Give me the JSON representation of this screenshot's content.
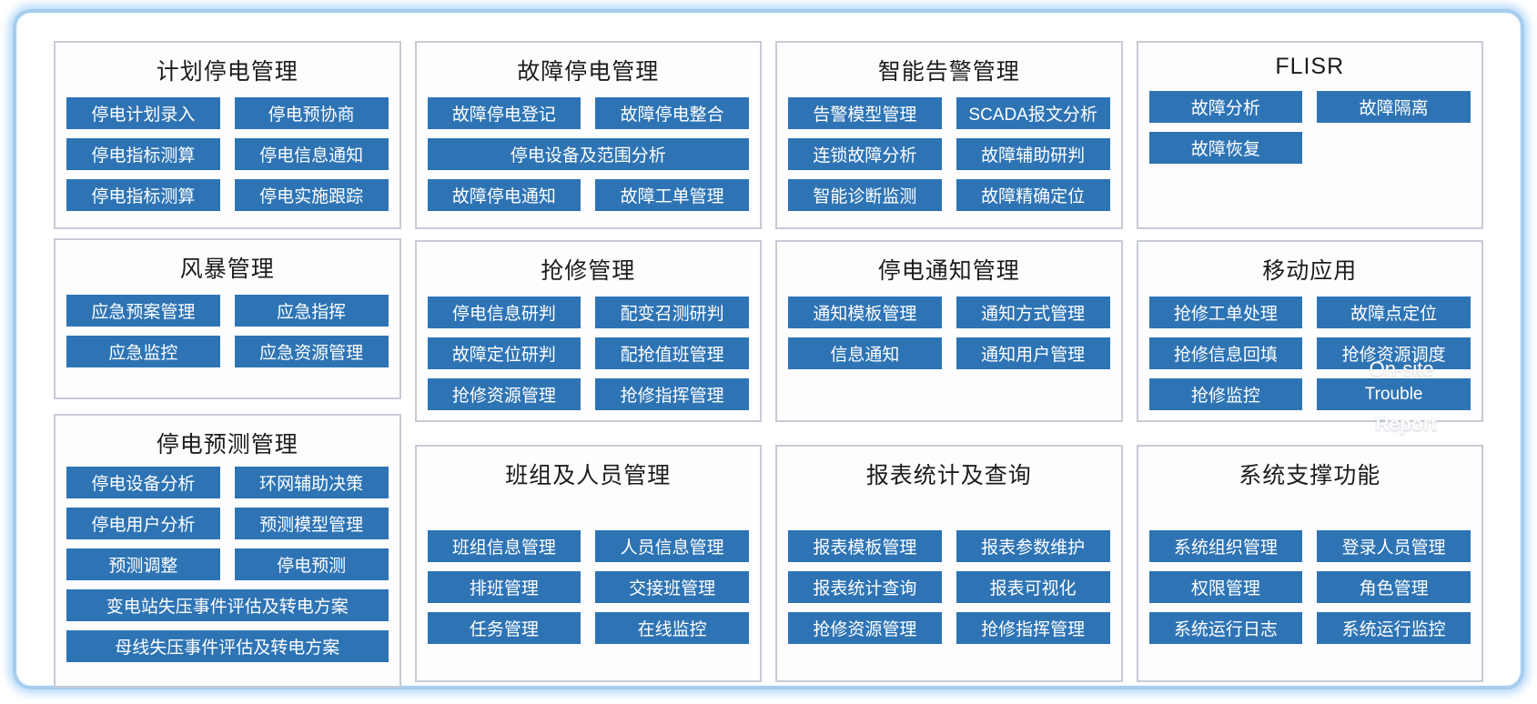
{
  "colors": {
    "button_blue": "#2E74B5",
    "button_text": "#FFFFFF",
    "panel_border": "#C7CBD4",
    "frame_border": "#A7CDEF",
    "title_text": "#1C1C1C"
  },
  "overflow_labels": {
    "onsite": "On-site",
    "report": "Report"
  },
  "panels": [
    {
      "id": "planned-outage-management",
      "title": "计划停电管理",
      "buttons": [
        {
          "label": "停电计划录入"
        },
        {
          "label": "停电预协商"
        },
        {
          "label": "停电指标测算"
        },
        {
          "label": "停电信息通知"
        },
        {
          "label": "停电指标测算"
        },
        {
          "label": "停电实施跟踪"
        }
      ]
    },
    {
      "id": "storm-management",
      "title": "风暴管理",
      "buttons": [
        {
          "label": "应急预案管理"
        },
        {
          "label": "应急指挥"
        },
        {
          "label": "应急监控"
        },
        {
          "label": "应急资源管理"
        }
      ]
    },
    {
      "id": "outage-forecast-management",
      "title": "停电预测管理",
      "buttons": [
        {
          "label": "停电设备分析"
        },
        {
          "label": "环网辅助决策"
        },
        {
          "label": "停电用户分析"
        },
        {
          "label": "预测模型管理"
        },
        {
          "label": "预测调整"
        },
        {
          "label": "停电预测"
        },
        {
          "label": "变电站失压事件评估及转电方案"
        },
        {
          "label": "母线失压事件评估及转电方案"
        }
      ]
    },
    {
      "id": "fault-outage-management",
      "title": "故障停电管理",
      "buttons": [
        {
          "label": "故障停电登记"
        },
        {
          "label": "故障停电整合"
        },
        {
          "label": "停电设备及范围分析"
        },
        {
          "label": "故障停电通知"
        },
        {
          "label": "故障工单管理"
        }
      ]
    },
    {
      "id": "repair-management",
      "title": "抢修管理",
      "buttons": [
        {
          "label": "停电信息研判"
        },
        {
          "label": "配变召测研判"
        },
        {
          "label": "故障定位研判"
        },
        {
          "label": "配抢值班管理"
        },
        {
          "label": "抢修资源管理"
        },
        {
          "label": "抢修指挥管理"
        }
      ]
    },
    {
      "id": "team-personnel-management",
      "title": "班组及人员管理",
      "buttons": [
        {
          "label": "班组信息管理"
        },
        {
          "label": "人员信息管理"
        },
        {
          "label": "排班管理"
        },
        {
          "label": "交接班管理"
        },
        {
          "label": "任务管理"
        },
        {
          "label": "在线监控"
        }
      ]
    },
    {
      "id": "intelligent-alarm-management",
      "title": "智能告警管理",
      "buttons": [
        {
          "label": "告警模型管理"
        },
        {
          "label": "SCADA报文分析"
        },
        {
          "label": "连锁故障分析"
        },
        {
          "label": "故障辅助研判"
        },
        {
          "label": "智能诊断监测"
        },
        {
          "label": "故障精确定位"
        }
      ]
    },
    {
      "id": "outage-notification-management",
      "title": "停电通知管理",
      "buttons": [
        {
          "label": "通知模板管理"
        },
        {
          "label": "通知方式管理"
        },
        {
          "label": "信息通知"
        },
        {
          "label": "通知用户管理"
        }
      ]
    },
    {
      "id": "report-statistics-query",
      "title": "报表统计及查询",
      "buttons": [
        {
          "label": "报表模板管理"
        },
        {
          "label": "报表参数维护"
        },
        {
          "label": "报表统计查询"
        },
        {
          "label": "报表可视化"
        },
        {
          "label": "抢修资源管理"
        },
        {
          "label": "抢修指挥管理"
        }
      ]
    },
    {
      "id": "flisr",
      "title": "FLISR",
      "buttons": [
        {
          "label": "故障分析"
        },
        {
          "label": "故障隔离"
        },
        {
          "label": "故障恢复"
        }
      ]
    },
    {
      "id": "mobile-application",
      "title": "移动应用",
      "buttons": [
        {
          "label": "抢修工单处理"
        },
        {
          "label": "故障点定位"
        },
        {
          "label": "抢修信息回填"
        },
        {
          "label": "抢修资源调度"
        },
        {
          "label": "抢修监控"
        },
        {
          "label": "Trouble"
        }
      ]
    },
    {
      "id": "system-support-functions",
      "title": "系统支撑功能",
      "buttons": [
        {
          "label": "系统组织管理"
        },
        {
          "label": "登录人员管理"
        },
        {
          "label": "权限管理"
        },
        {
          "label": "角色管理"
        },
        {
          "label": "系统运行日志"
        },
        {
          "label": "系统运行监控"
        }
      ]
    }
  ]
}
